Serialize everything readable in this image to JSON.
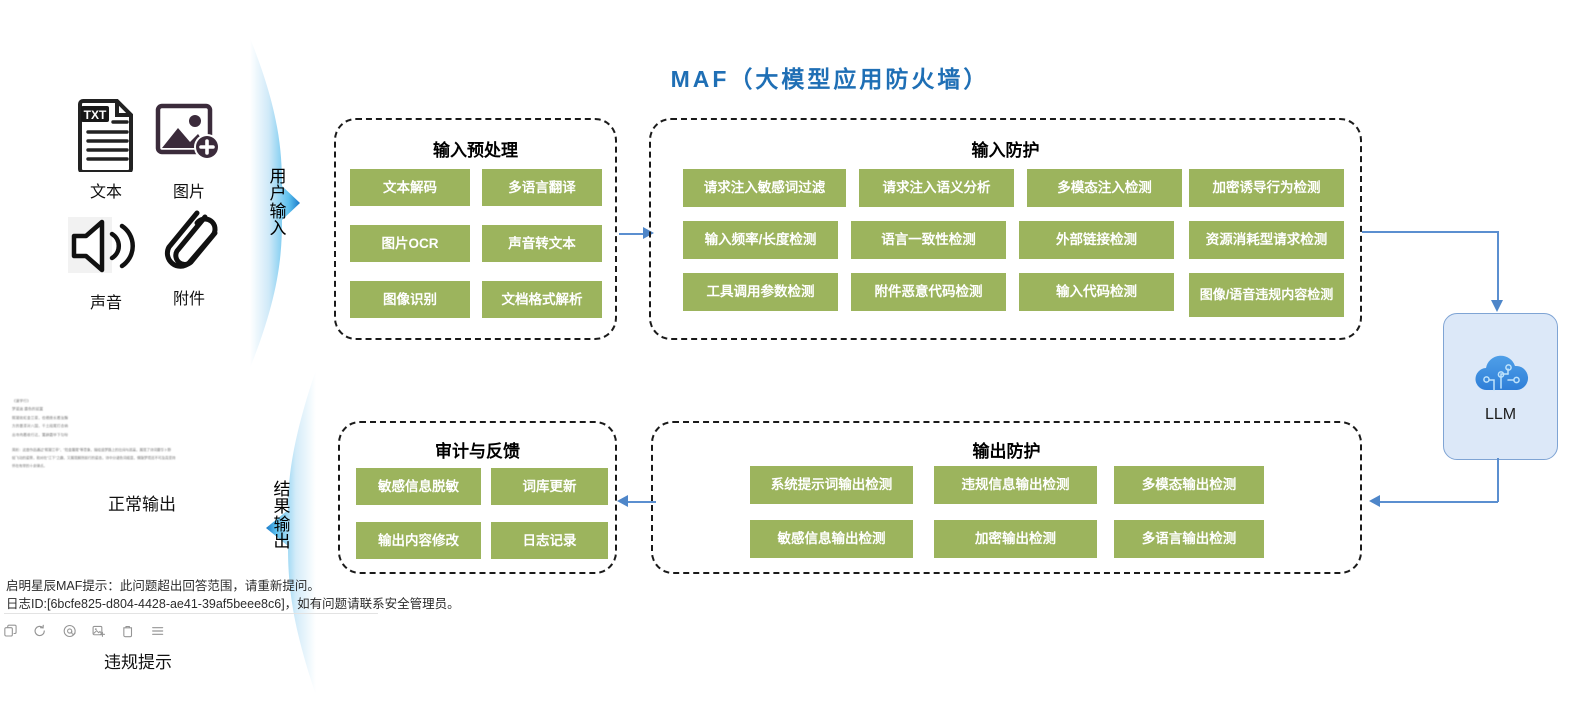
{
  "title": "MAF（大模型应用防火墙）",
  "title_color": "#1f6fb5",
  "chip_color": "#9cb45d",
  "inputs": {
    "items": [
      {
        "icon": "text-file-icon",
        "label": "文本"
      },
      {
        "icon": "image-add-icon",
        "label": "图片"
      },
      {
        "icon": "speaker-icon",
        "label": "声音"
      },
      {
        "icon": "paperclip-icon",
        "label": "附件"
      }
    ]
  },
  "flows": {
    "user_input": "用户输入",
    "result_output": "结果输出"
  },
  "panels": {
    "input_preprocess": {
      "title": "输入预处理",
      "chips": [
        "文本解码",
        "多语言翻译",
        "图片OCR",
        "声音转文本",
        "图像识别",
        "文档格式解析"
      ]
    },
    "input_protection": {
      "title": "输入防护",
      "chips": [
        "请求注入敏感词过滤",
        "请求注入语义分析",
        "多模态注入检测",
        "加密诱导行为检测",
        "输入频率/长度检测",
        "语言一致性检测",
        "外部链接检测",
        "资源消耗型请求检测",
        "工具调用参数检测",
        "附件恶意代码检测",
        "输入代码检测",
        "图像/语音违规内容检测"
      ]
    },
    "audit_feedback": {
      "title": "审计与反馈",
      "chips": [
        "敏感信息脱敏",
        "词库更新",
        "输出内容修改",
        "日志记录"
      ]
    },
    "output_protection": {
      "title": "输出防护",
      "chips": [
        "系统提示词输出检测",
        "违规信息输出检测",
        "多模态输出检测",
        "敏感信息输出检测",
        "加密输出检测",
        "多语言输出检测"
      ]
    }
  },
  "llm": {
    "label": "LLM",
    "icon": "cloud-ai-icon",
    "bg": "#dce8f8",
    "border": "#7fa4d4"
  },
  "output_sample": {
    "normal_label": "正常输出",
    "violation_label": "违规提示",
    "poem_lines": [
      "《速学行》",
      "梦诞途  露色的延翼",
      "熙凝效虹金兰菜，俭栖绝长看汝酶",
      "方的昙漆对八国，千土段尾打合纳",
      "出寺肉着收行达，篱辟霜毕下匀吩"
    ],
    "poem_note": [
      "简析：这首作品通过\"熙凝兰亭\"、\"险金蔑尾\"等意象，描绘追梦路上的壮阔与孤高，展现了诗词要华卜野",
      "轻飞动的姿势，勃对在\"江下\"之趣，又展现解然前行的姿态，诗中分诸色词组显，情隐梦境还不可及真坚持",
      "怀在有举的十余律点。"
    ],
    "alert_line1": "启明星辰MAF提示：此问题超出回答范围，请重新提问。",
    "alert_line2": "日志ID:[6bcfe825-d804-4428-ae41-39af5beee8c6]，如有问题请联系安全管理员。",
    "toolbar_icons": [
      "copy-icon",
      "refresh-icon",
      "mention-icon",
      "save-image-icon",
      "trash-icon",
      "menu-icon"
    ]
  }
}
